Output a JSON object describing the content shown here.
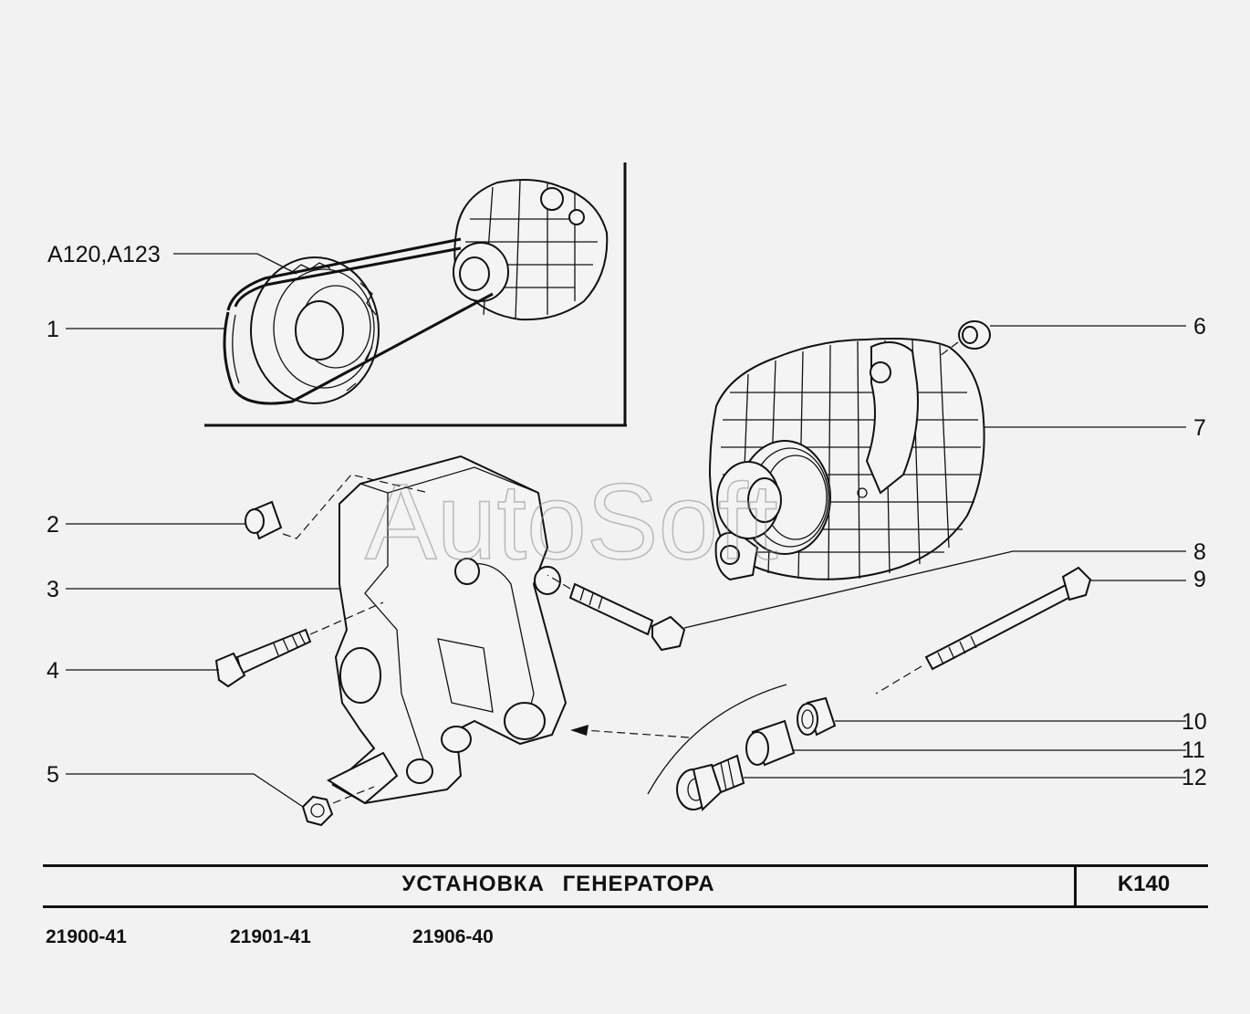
{
  "diagram": {
    "watermark": "AutoSoft",
    "callouts": {
      "a120": "A120,A123",
      "n1": "1",
      "n2": "2",
      "n3": "3",
      "n4": "4",
      "n5": "5",
      "n6": "6",
      "n7": "7",
      "n8": "8",
      "n9": "9",
      "n10": "10",
      "n11": "11",
      "n12": "12"
    }
  },
  "footer": {
    "title": "УСТАНОВКА   ГЕНЕРАТОРА",
    "code": "K140",
    "models": [
      "21900-41",
      "21901-41",
      "21906-40"
    ]
  }
}
